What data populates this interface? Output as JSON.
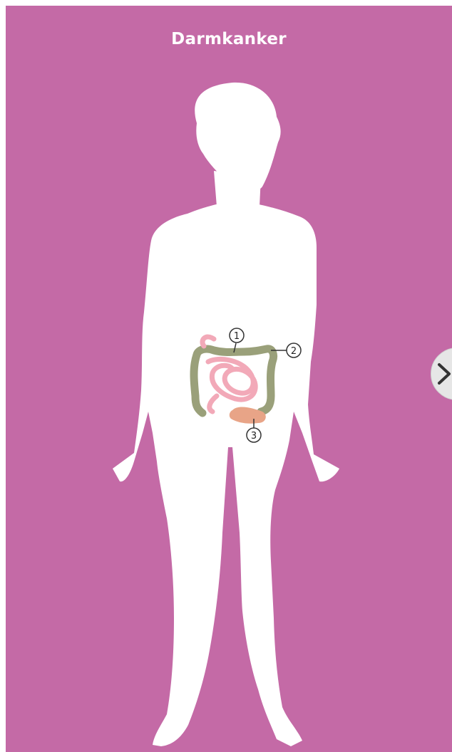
{
  "panel": {
    "background_color": "#c46aa6",
    "title": "Darmkanker"
  },
  "figure": {
    "silhouette_color": "#ffffff",
    "markers": [
      {
        "number": "1",
        "organ_color": "#f2a9b8"
      },
      {
        "number": "2",
        "organ_color": "#9aa07a"
      },
      {
        "number": "3",
        "organ_color": "#e8a487"
      }
    ]
  },
  "navigation": {
    "next_icon": "chevron-right-icon"
  }
}
